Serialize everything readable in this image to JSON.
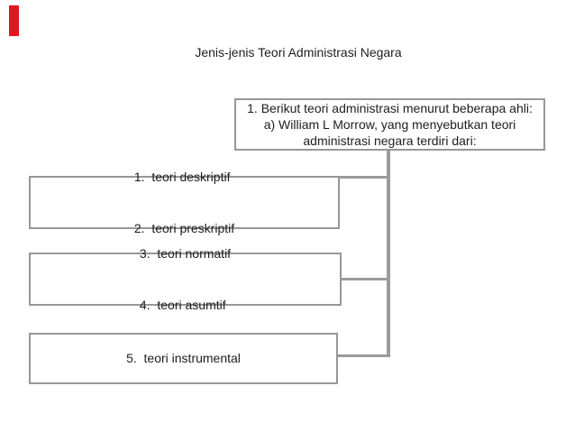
{
  "colors": {
    "accent_red": "#e0171c",
    "connector_gray": "#9b9b9b",
    "border_gray": "#979797",
    "text": "#1d1d1d",
    "background": "#ffffff"
  },
  "slide": {
    "title": "Jenis-jenis Teori Administrasi Negara"
  },
  "diagram": {
    "root_box": {
      "lines": [
        "1. Berikut teori administrasi menurut beberapa ahli:",
        "a) William L Morrow, yang menyebutkan teori",
        "administrasi negara terdiri dari:"
      ]
    },
    "child_boxes": [
      {
        "lines": [
          "1.  teori deskriptif",
          "2.  teori preskriptif"
        ]
      },
      {
        "lines": [
          "3.  teori normatif",
          "4.  teori asumtif"
        ]
      },
      {
        "lines": [
          "5.  teori instrumental"
        ]
      }
    ]
  }
}
